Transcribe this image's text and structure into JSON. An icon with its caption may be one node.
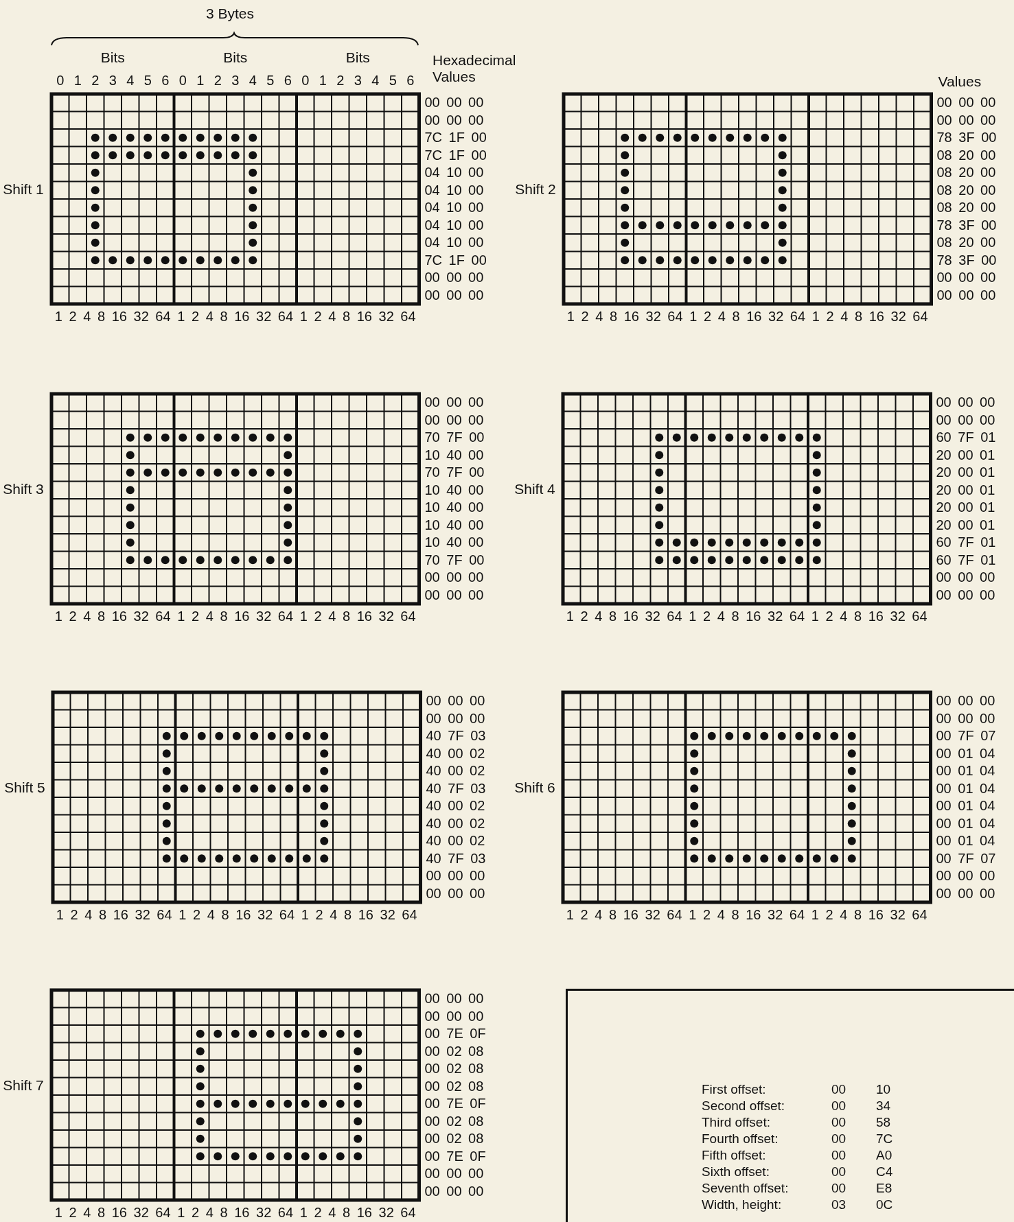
{
  "diagram": {
    "nodes": [
      {
        "text": [
          "First offset:",
          "00",
          "10",
          "Second offset:",
          "00",
          "34",
          "Third offset:",
          "00",
          "58",
          "Fourth offset:",
          "00",
          "7C",
          "Fifth offset:",
          "00",
          "A0",
          "Sixth offset:",
          "00",
          "C4",
          "Seventh offset:",
          "00",
          "E8",
          "Width, height:",
          "03",
          "0C"
        ]
      }
    ],
    "labels": [
      "3 Bytes",
      "Bits",
      "Bits",
      "Bits",
      "0 1 2 3 4 5 6",
      "0 1 2 3 4 5 6",
      "0 1 2 3 4 5 6",
      "Hexadecimal Values",
      "Shift 1",
      "00 00 00",
      "00 00 00",
      "7C 1F 00",
      "7C 1F 00",
      "04 10 00",
      "04 10 00",
      "04 10 00",
      "04 10 00",
      "04 10 00",
      "7C 1F 00",
      "00 00 00",
      "00 00 00",
      "1 2 4 8 16 32 64",
      "1 2 4 8 16 32 64",
      "1 2 4 8 16 32 64",
      "Values",
      "Shift 2",
      "00 00 00",
      "00 00 00",
      "78 3F 00",
      "08 20 00",
      "08 20 00",
      "08 20 00",
      "08 20 00",
      "78 3F 00",
      "08 20 00",
      "78 3F 00",
      "00 00 00",
      "00 00 00",
      "1 2 4 8 16 32 64",
      "1 2 4 8 16 32 64",
      "1 2 4 8 16 32 64",
      "Shift 3",
      "00 00 00",
      "00 00 00",
      "70 7F 00",
      "10 40 00",
      "70 7F 00",
      "10 40 00",
      "10 40 00",
      "10 40 00",
      "10 40 00",
      "70 7F 00",
      "00 00 00",
      "00 00 00",
      "1 2 4 8 16 32 64",
      "1 2 4 8 16 32 64",
      "1 2 4 8 16 32 64",
      "Shift 4",
      "00 00 00",
      "00 00 00",
      "60 7F 01",
      "20 00 01",
      "20 00 01",
      "20 00 01",
      "20 00 01",
      "20 00 01",
      "60 7F 01",
      "60 7F 01",
      "00 00 00",
      "00 00 00",
      "1 2 4 8 16 32 64",
      "1 2 4 8 16 32 64",
      "1 2 4 8 16 32 64",
      "Shift 5",
      "00 00 00",
      "00 00 00",
      "40 7F 03",
      "40 00 02",
      "40 00 02",
      "40 7F 03",
      "40 00 02",
      "40 00 02",
      "40 00 02",
      "40 7F 03",
      "00 00 00",
      "00 00 00",
      "1 2 4 8 16 32 64",
      "1 2 4 8 16 32 64",
      "1 2 4 8 16 32 64",
      "Shift 6",
      "00 00 00",
      "00 00 00",
      "00 7F 07",
      "00 01 04",
      "00 01 04",
      "00 01 04",
      "00 01 04",
      "00 01 04",
      "00 01 04",
      "00 7F 07",
      "00 00 00",
      "00 00 00",
      "1 2 4 8 16 32 64",
      "1 2 4 8 16 32 64",
      "1 2 4 8 16 32 64",
      "Shift 7",
      "00 00 00",
      "00 00 00",
      "00 7E 0F",
      "00 02 08",
      "00 02 08",
      "00 02 08",
      "00 7E 0F",
      "00 02 08",
      "00 02 08",
      "00 7E 0F",
      "00 00 00",
      "00 00 00",
      "1 2 4 8 16 32 64",
      "1 2 4 8 16 32 64",
      "1 2 4 8 16 32 64"
    ]
  }
}
